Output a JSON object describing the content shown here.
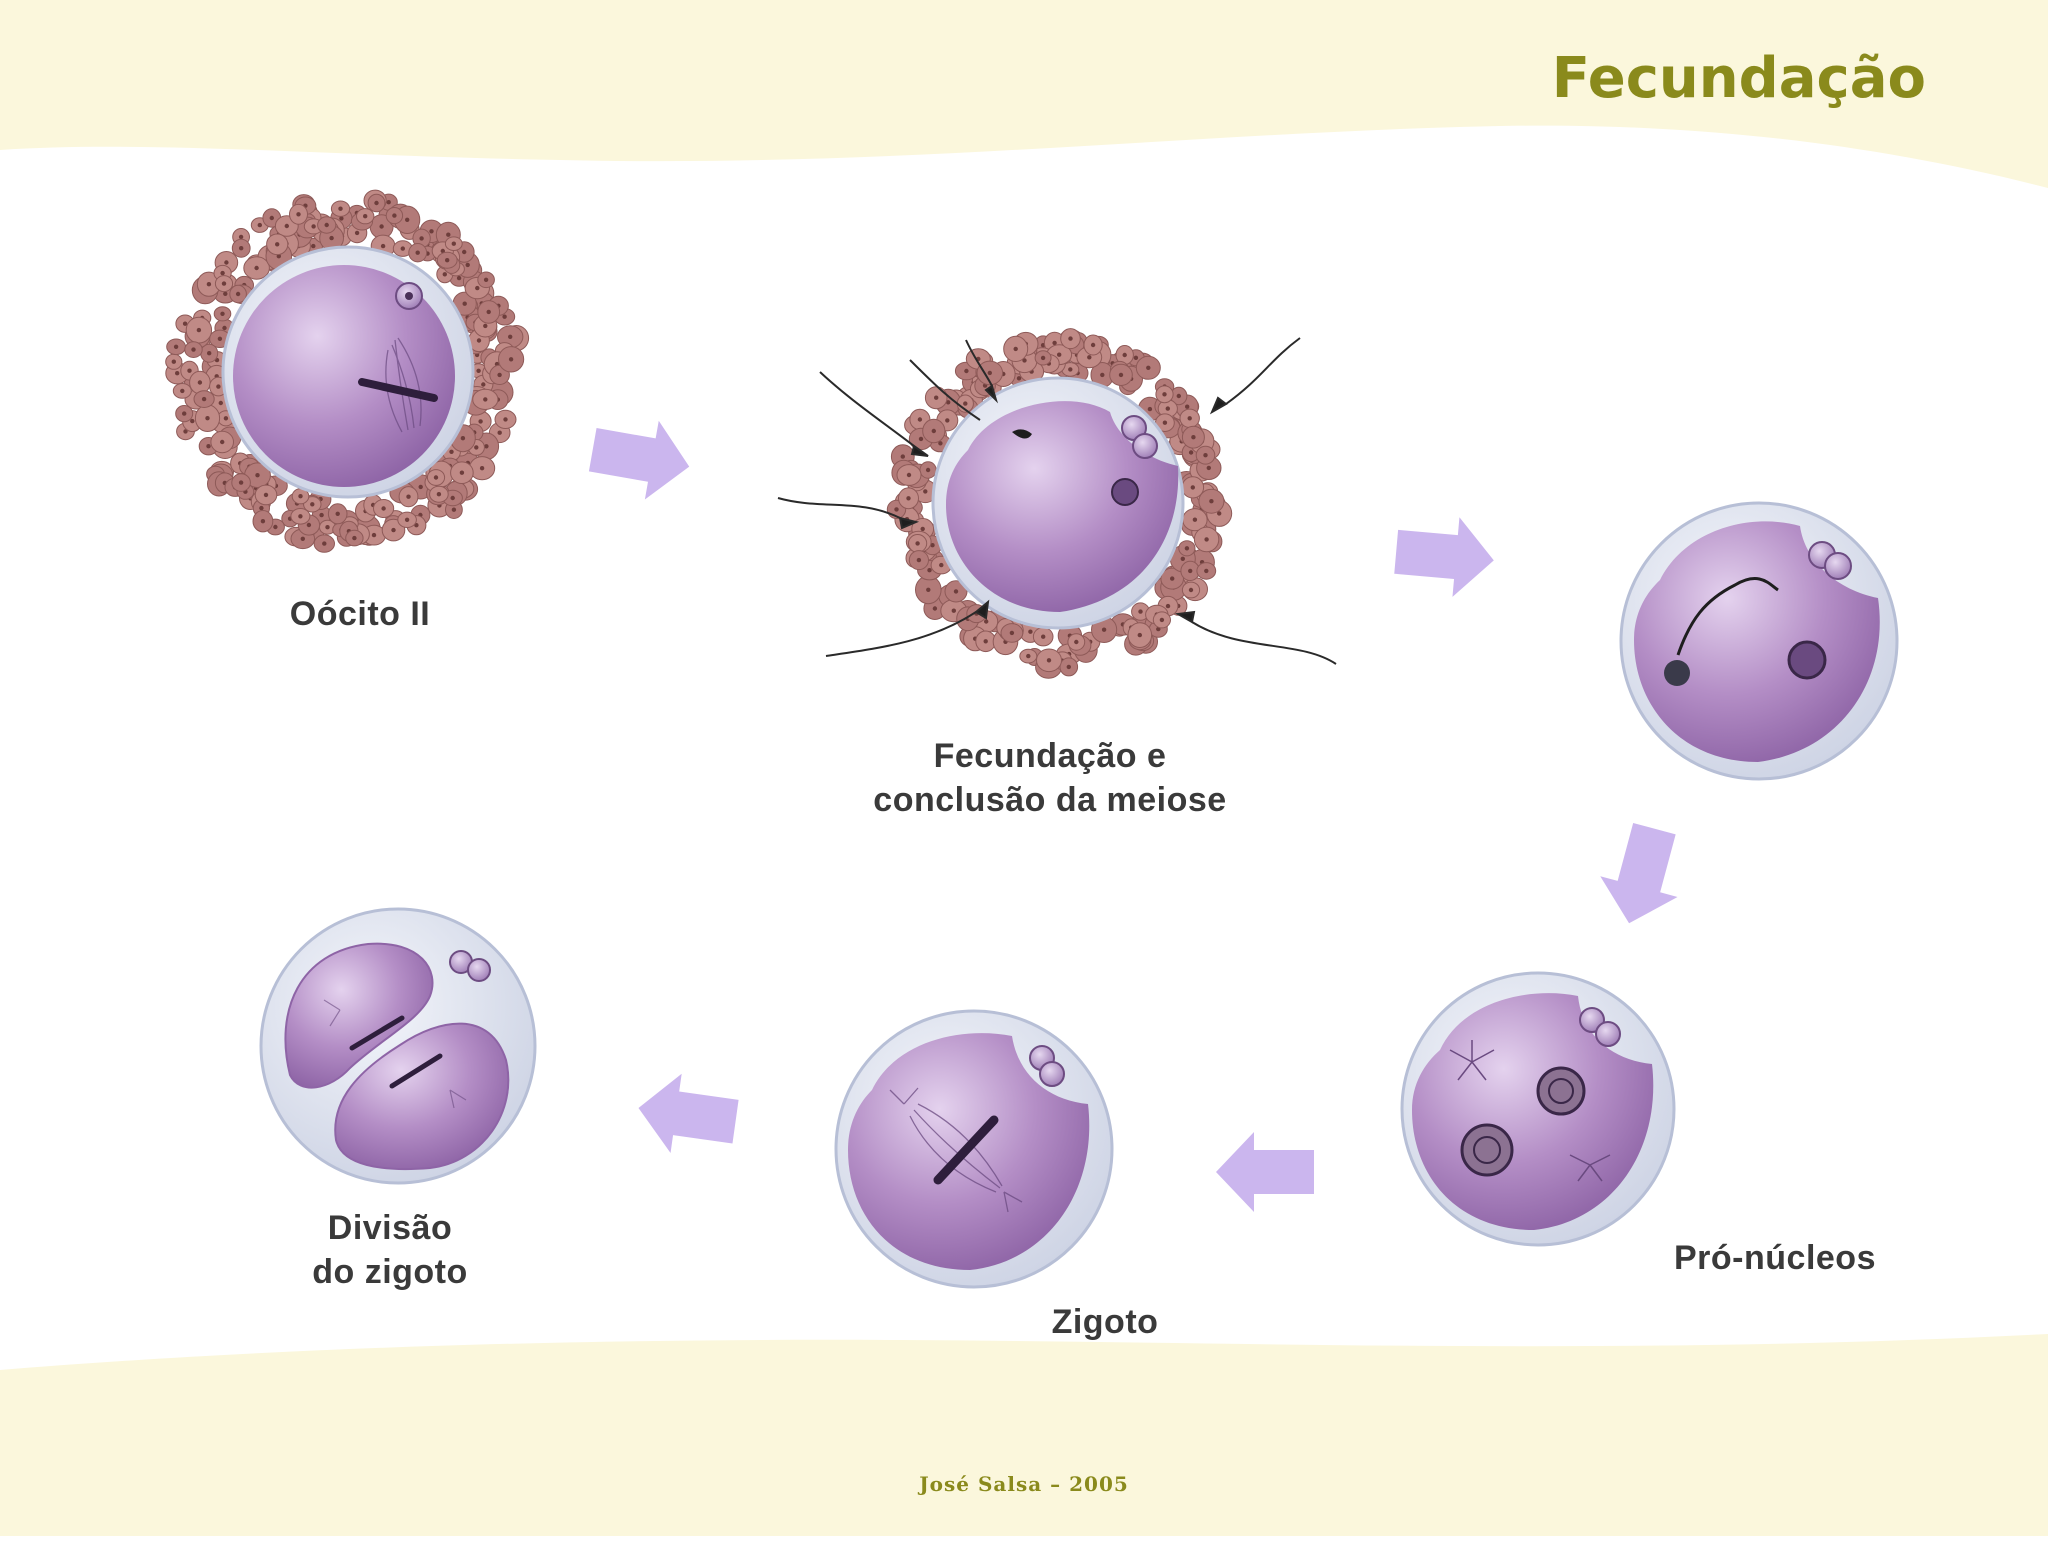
{
  "title": "Fecundação",
  "footer": "José Salsa – 2005",
  "stages": [
    {
      "id": "oocito",
      "label_lines": [
        "Oócito II"
      ]
    },
    {
      "id": "fecundacao",
      "label_lines": [
        "Fecundação e",
        "conclusão da meiose"
      ]
    },
    {
      "id": "entrada",
      "label_lines": []
    },
    {
      "id": "pronucleos",
      "label_lines": [
        "Pró-núcleos"
      ]
    },
    {
      "id": "zigoto",
      "label_lines": [
        "Zigoto"
      ]
    },
    {
      "id": "divisao",
      "label_lines": [
        "Divisão",
        "do zigoto"
      ]
    }
  ],
  "colors": {
    "band": "#fbf7dc",
    "title": "#8a8a1c",
    "cell": "#b48ec6",
    "cell_dark": "#8e64a6",
    "zona": "#dfe4f0",
    "follicle": "#c08a86",
    "arrow": "#cbb6ee",
    "label": "#3a3a3a"
  }
}
